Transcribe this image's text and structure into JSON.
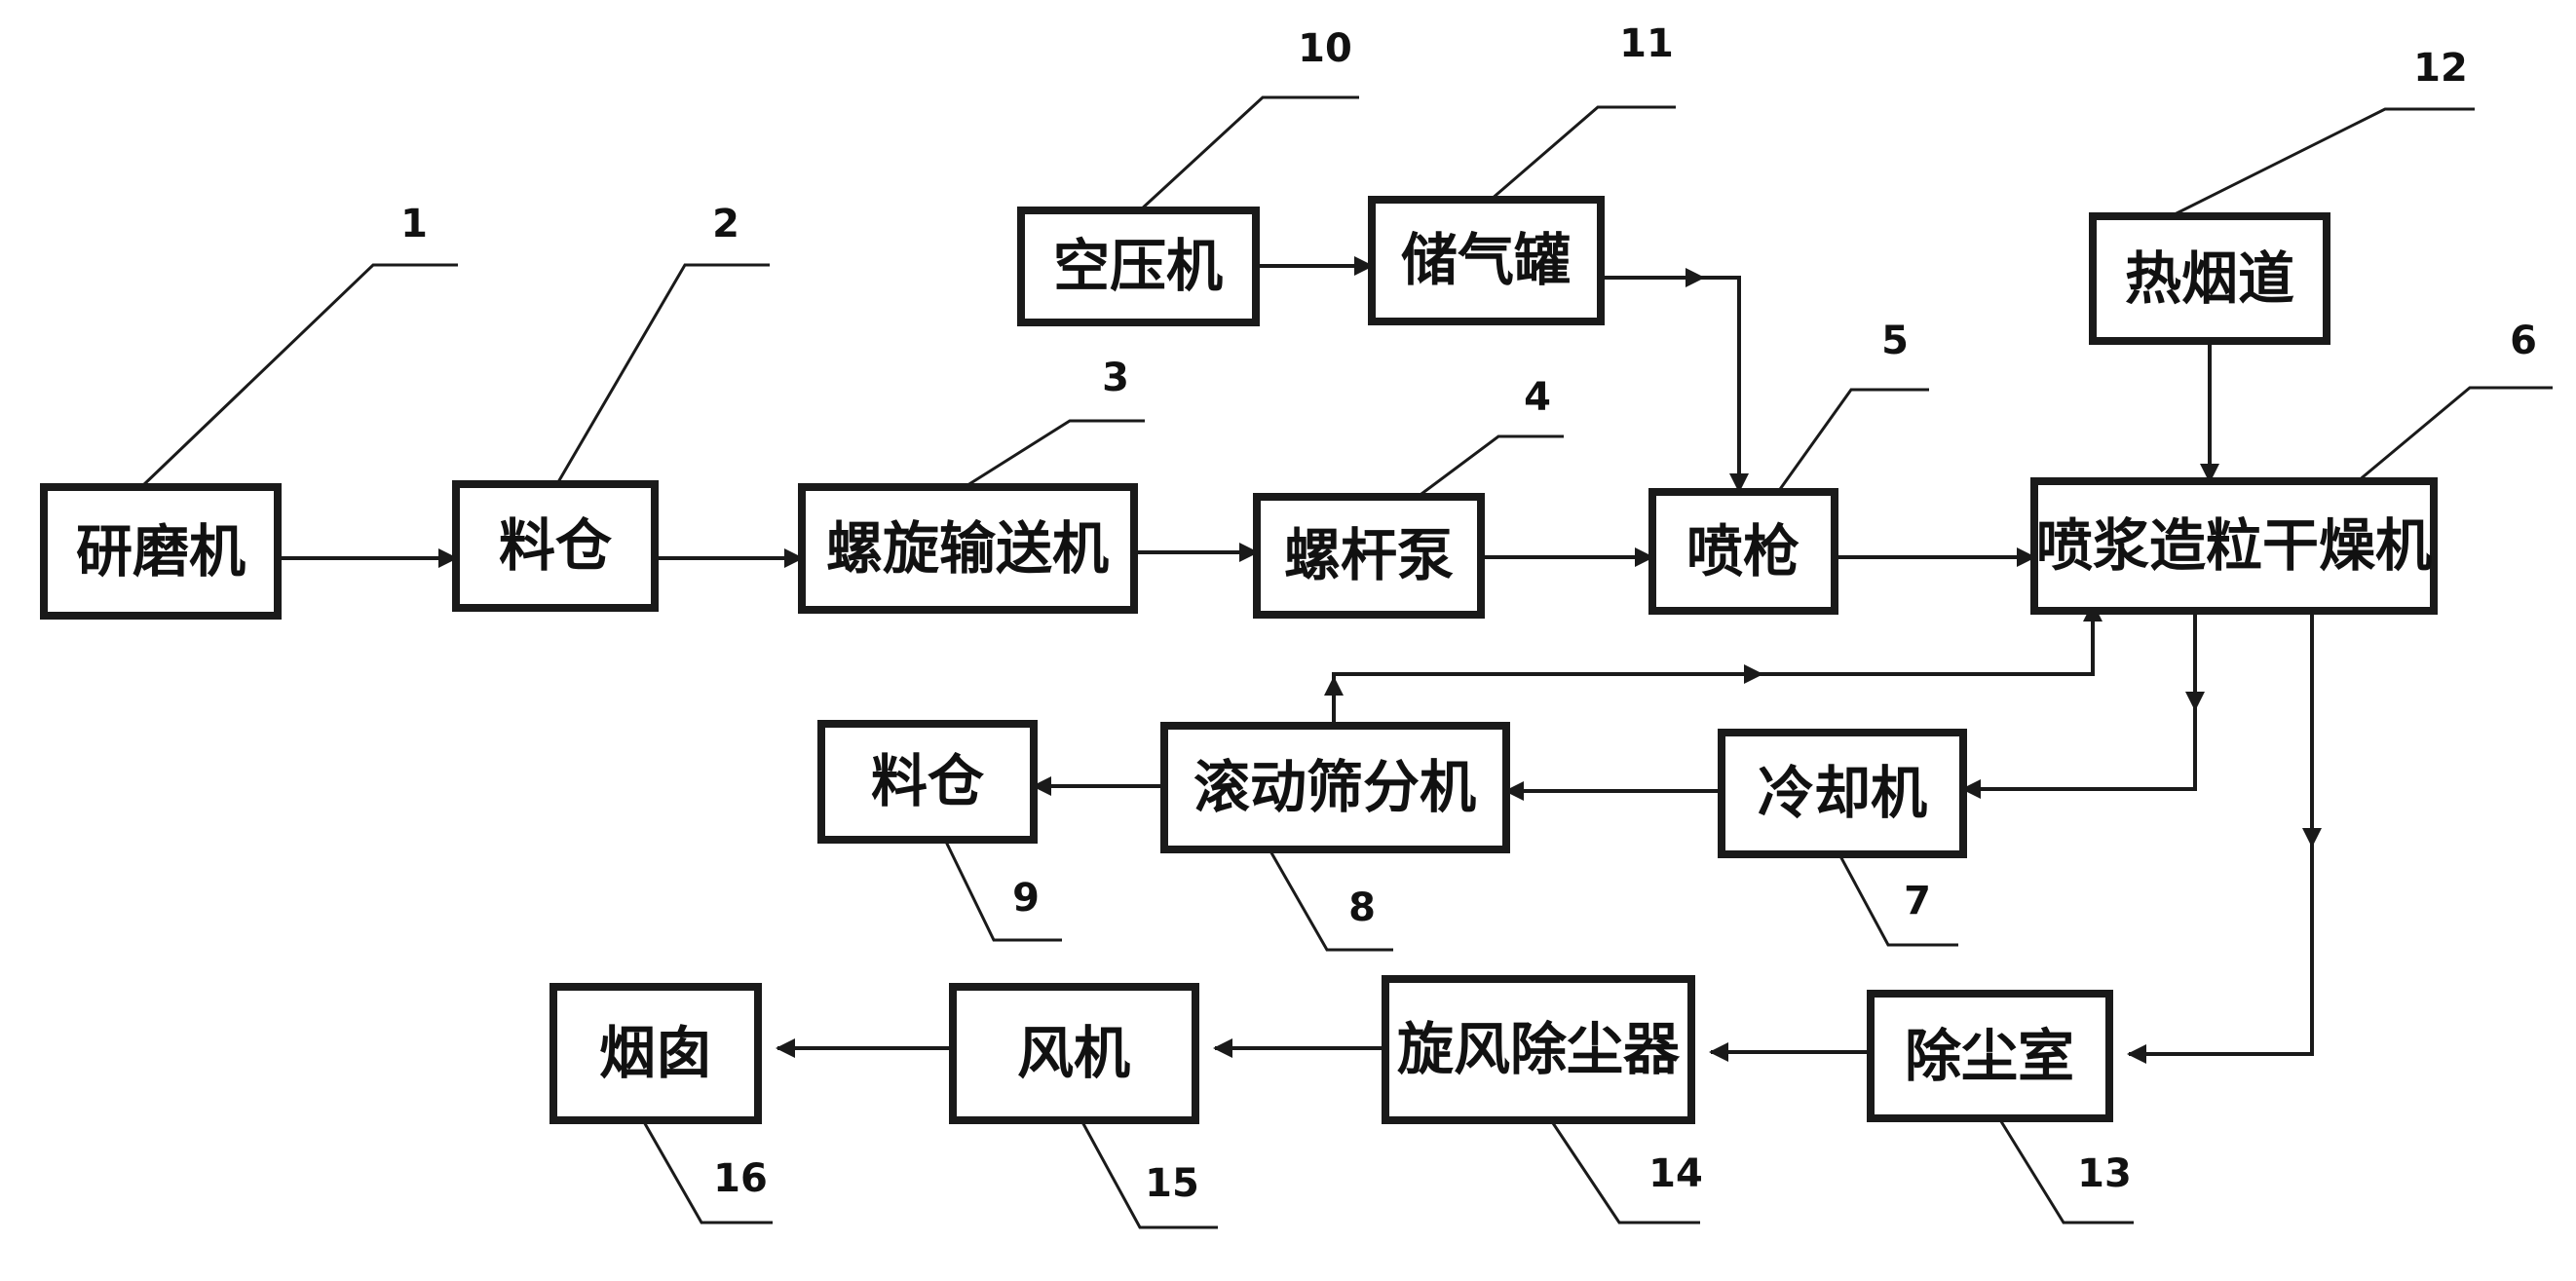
{
  "boxes": [
    {
      "id": "grinder",
      "label": "研磨机"
    },
    {
      "id": "silo-1",
      "label": "料仓"
    },
    {
      "id": "screw-conveyor",
      "label": "螺旋输送机"
    },
    {
      "id": "screw-pump",
      "label": "螺杆泵"
    },
    {
      "id": "spray-gun",
      "label": "喷枪"
    },
    {
      "id": "spray-granulation-dryer",
      "label": "喷浆造粒干燥机"
    },
    {
      "id": "cooler",
      "label": "冷却机"
    },
    {
      "id": "drum-screen",
      "label": "滚动筛分机"
    },
    {
      "id": "silo-2",
      "label": "料仓"
    },
    {
      "id": "air-compressor",
      "label": "空压机"
    },
    {
      "id": "air-tank",
      "label": "储气罐"
    },
    {
      "id": "hot-flue",
      "label": "热烟道"
    },
    {
      "id": "dust-chamber",
      "label": "除尘室"
    },
    {
      "id": "cyclone-dust-collector",
      "label": "旋风除尘器"
    },
    {
      "id": "fan",
      "label": "风机"
    },
    {
      "id": "chimney",
      "label": "烟囱"
    }
  ],
  "reference_numbers": [
    "1",
    "2",
    "3",
    "4",
    "5",
    "6",
    "7",
    "8",
    "9",
    "10",
    "11",
    "12",
    "13",
    "14",
    "15",
    "16"
  ]
}
